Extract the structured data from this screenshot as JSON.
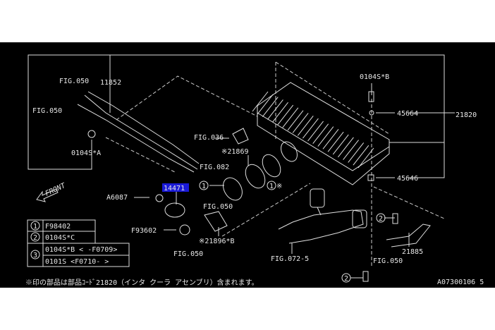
{
  "diagram": {
    "labels": {
      "fig050_a": "FIG.050",
      "p11852": "11852",
      "fig050_b": "FIG.050",
      "p0104s_a": "0104S*A",
      "fig036": "FIG.036",
      "p21869": "※21869",
      "fig082": "FIG.082",
      "p14471": "14471",
      "a6087": "A6087",
      "fig050_c": "FIG.050",
      "circle1_a": "1",
      "circle1_b": "1",
      "mark_b": "※",
      "p0104s_b": "0104S*B",
      "p45664": "45664",
      "p21820": "21820",
      "p45646": "45646",
      "f93602": "F93602",
      "p21896": "※21896*B",
      "fig050_d": "FIG.050",
      "fig072": "FIG.072-5",
      "circle2_a": "2",
      "p21885": "21885",
      "fig050_e": "FIG.050",
      "circle2_b": "2",
      "front": "FRONT",
      "ref_code": "A07300106 5"
    },
    "legend_table": [
      {
        "key": "1",
        "value": "F98402"
      },
      {
        "key": "2",
        "value": "0104S*C"
      },
      {
        "key": "3",
        "value": "0104S*B < -F0709>"
      },
      {
        "key": "3",
        "value": "0101S <F0710- >"
      }
    ],
    "footnote": "※印の部品は部品ｺｰﾄﾞ21820（インタ クーラ アセンブリ）含まれます。",
    "colors": {
      "background": "#000000",
      "lines": "#e0e0e0",
      "highlight": "#1a1ad8"
    }
  }
}
